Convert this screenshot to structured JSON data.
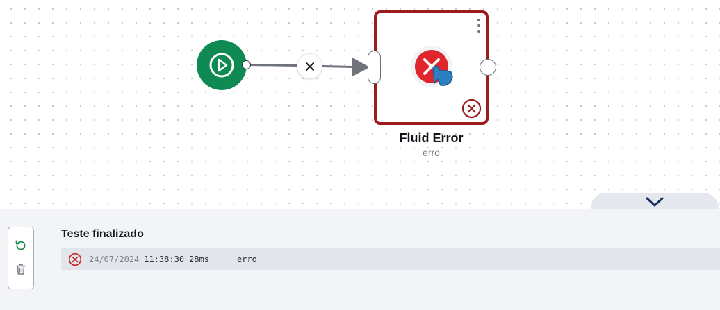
{
  "canvas": {
    "start_node": {
      "icon": "play-icon",
      "color": "#0e8a52"
    },
    "edge": {
      "delete_icon": "close-icon"
    },
    "node": {
      "title": "Fluid Error",
      "subtitle": "erro",
      "icon": "error-pointer-icon",
      "status_icon": "error-circle-icon",
      "menu_icon": "kebab-menu-icon",
      "border_color": "#9b1b1f",
      "status": "error"
    }
  },
  "panel": {
    "collapse_icon": "chevron-down-icon",
    "title": "Teste finalizado",
    "actions": [
      {
        "name": "retry",
        "icon": "refresh-icon",
        "color": "#1a8a4a"
      },
      {
        "name": "delete",
        "icon": "trash-icon",
        "color": "#7a7e87"
      }
    ],
    "log": [
      {
        "status": "error",
        "date": "24/07/2024",
        "time": "11:38:30",
        "duration": "28ms",
        "node": "erro"
      }
    ]
  },
  "colors": {
    "error": "#c62828",
    "accent": "#0e8a52",
    "panel_bg": "#f2f4f7"
  }
}
